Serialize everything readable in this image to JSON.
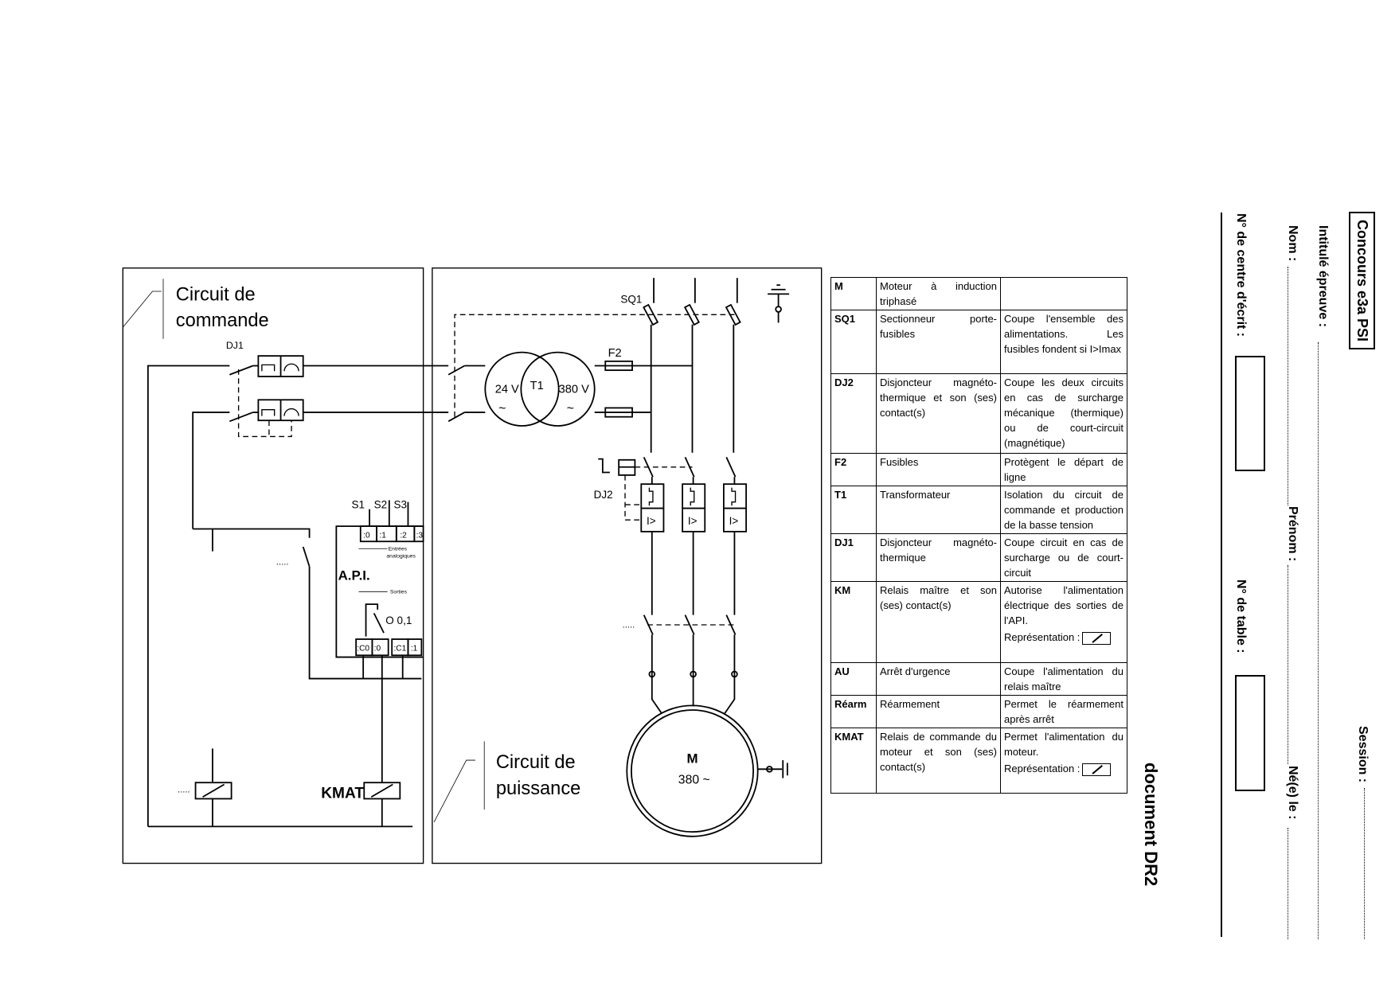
{
  "header": {
    "contest": "Concours e3a PSI",
    "session_label": "Session :",
    "exam_title_label": "Intitulé épreuve :",
    "name_label": "Nom :",
    "first_name_label": "Prénom :",
    "birth_label": "Né(e) le :",
    "center_label": "N° de centre d'écrit :",
    "table_label": "N° de table :"
  },
  "document_label": "document DR2",
  "diagram": {
    "command_title_1": "Circuit de",
    "command_title_2": "commande",
    "power_title_1": "Circuit de",
    "power_title_2": "puissance",
    "dj1": "DJ1",
    "s1": "S1",
    "s2": "S2",
    "s3": "S3",
    "inputs": [
      ":0",
      ":1",
      ":2",
      ":3"
    ],
    "inputs_caption_1": "Entrées",
    "inputs_caption_2": "analogiques",
    "api": "A.P.I.",
    "outputs_caption": "Sorties",
    "output_contact": "O 0,1",
    "outputs": [
      ":C0",
      ":0",
      ":C1",
      ":1"
    ],
    "dots": ".....",
    "kmat": "KMAT",
    "sq1": "SQ1",
    "f2": "F2",
    "t1": "T1",
    "v24": "24 V",
    "v380": "380 V",
    "ac": "~",
    "dj2": "DJ2",
    "overcurrent": "I>",
    "motor": "M",
    "motor_voltage": "380 ~"
  },
  "legend": {
    "representation_label": "Représentation :",
    "rows": [
      {
        "code": "M",
        "name": "Moteur à induction triphasé",
        "role": ""
      },
      {
        "code": "SQ1",
        "name": "Sectionneur porte-fusibles",
        "role": "Coupe l'ensemble des alimentations. Les fusibles fondent si I>Imax"
      },
      {
        "code": "DJ2",
        "name": "Disjoncteur magnéto-thermique et son (ses) contact(s)",
        "role": "Coupe les deux circuits en cas de surcharge mécanique (thermique) ou de court-circuit (magnétique)"
      },
      {
        "code": "F2",
        "name": "Fusibles",
        "role": "Protègent le départ de ligne"
      },
      {
        "code": "T1",
        "name": "Transformateur",
        "role": "Isolation du circuit de commande et production de la basse tension"
      },
      {
        "code": "DJ1",
        "name": "Disjoncteur magnéto-thermique",
        "role": "Coupe circuit en cas de surcharge ou de court-circuit"
      },
      {
        "code": "KM",
        "name": "Relais maître et son (ses) contact(s)",
        "role": "Autorise l'alimentation électrique des sorties de l'API.",
        "rep": true
      },
      {
        "code": "AU",
        "name": "Arrêt d'urgence",
        "role": "Coupe l'alimentation du relais maître"
      },
      {
        "code": "Réarm",
        "name": "Réarmement",
        "role": "Permet le réarmement après arrêt"
      },
      {
        "code": "KMAT",
        "name": "Relais de commande du moteur et son (ses) contact(s)",
        "role": "Permet l'alimentation du moteur.",
        "rep": true
      }
    ]
  }
}
